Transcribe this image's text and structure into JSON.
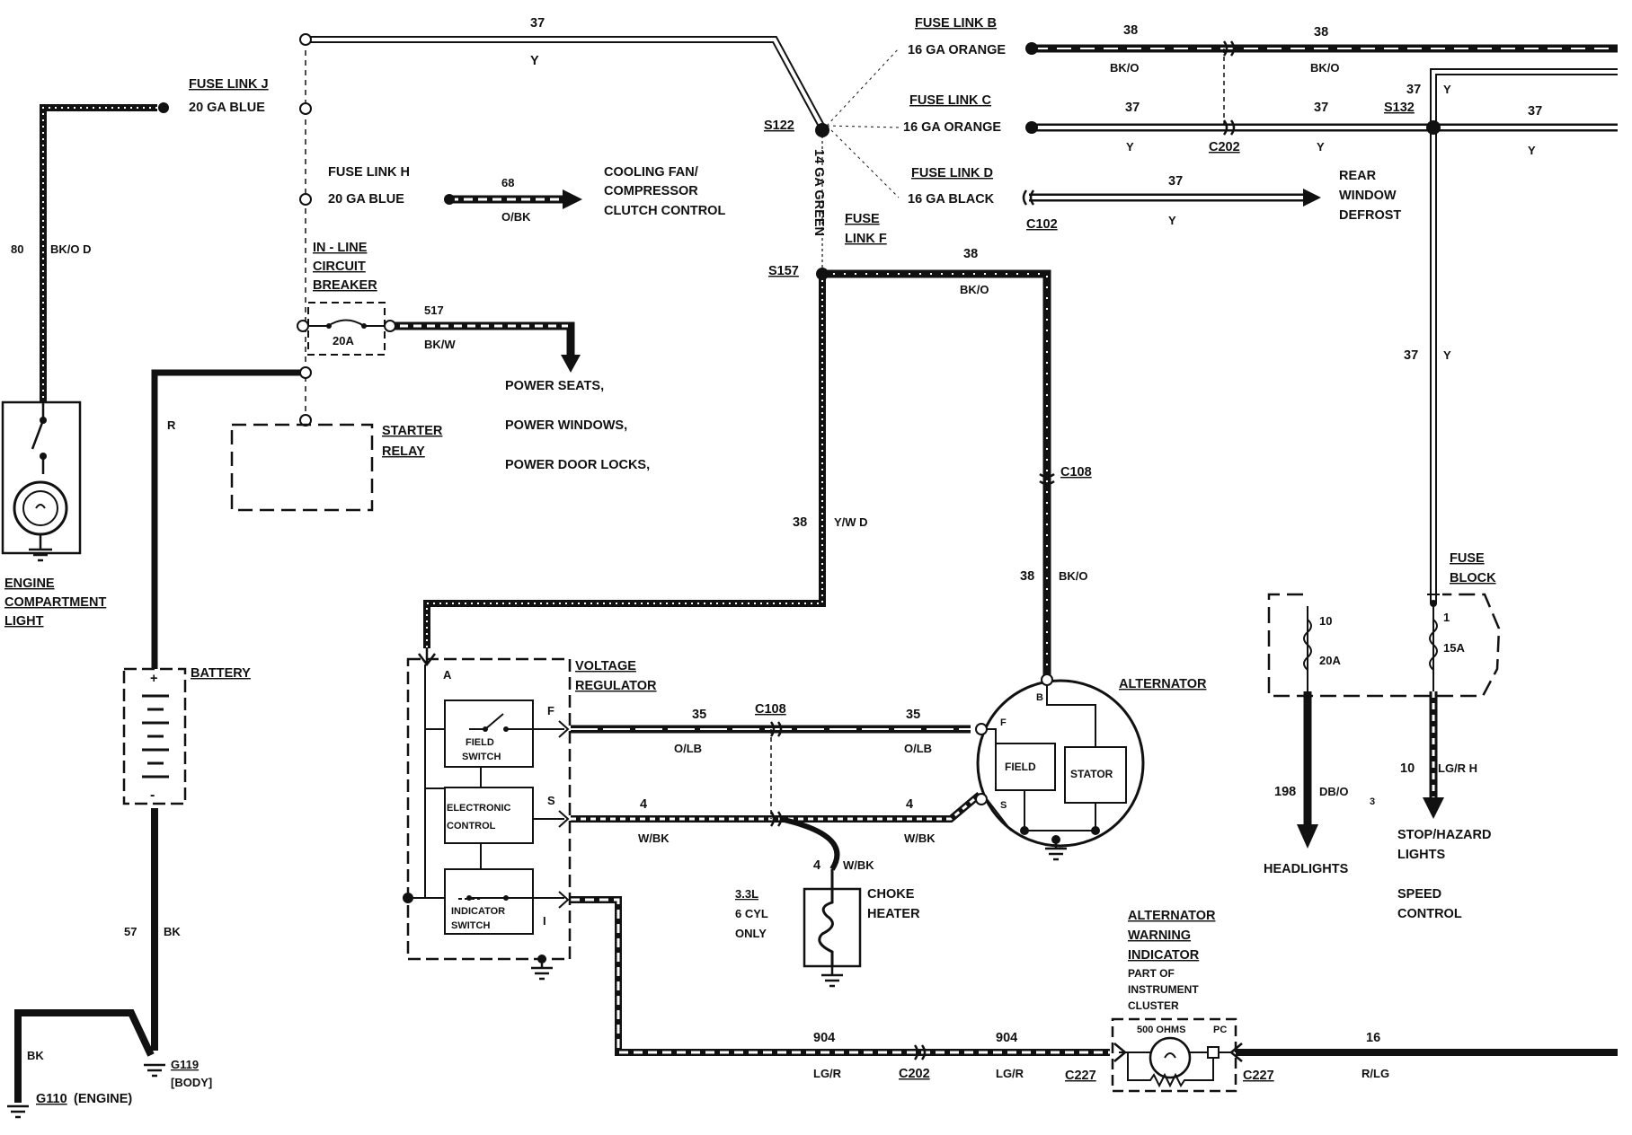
{
  "colors": {
    "ink": "#111111",
    "paper": "#ffffff"
  },
  "fuse_links": {
    "j": {
      "name": "FUSE LINK J",
      "gauge": "20 GA BLUE"
    },
    "h": {
      "name": "FUSE LINK H",
      "gauge": "20 GA BLUE"
    },
    "b": {
      "name": "FUSE LINK B",
      "gauge": "16 GA ORANGE"
    },
    "c": {
      "name": "FUSE LINK C",
      "gauge": "16 GA ORANGE"
    },
    "d": {
      "name": "FUSE LINK D",
      "gauge": "16 GA BLACK"
    },
    "f": {
      "name_line1": "FUSE",
      "name_line2": "LINK F",
      "gauge": "14 GA GREEN"
    }
  },
  "circuit_breaker": {
    "line1": "IN - LINE",
    "line2": "CIRCUIT",
    "line3": "BREAKER",
    "rating": "20A"
  },
  "starter_relay": {
    "line1": "STARTER",
    "line2": "RELAY"
  },
  "engine_light": {
    "line1": "ENGINE",
    "line2": "COMPARTMENT",
    "line3": "LIGHT"
  },
  "battery": {
    "label": "BATTERY",
    "plus": "+",
    "minus": "-"
  },
  "grounds": {
    "g119": "G119",
    "g119_note": "[BODY]",
    "g110": "G110",
    "g110_note": "(ENGINE)"
  },
  "splices": {
    "s122": "S122",
    "s157": "S157",
    "s132": "S132"
  },
  "connectors": {
    "c202_top": "C202",
    "c102": "C102",
    "c108_v": "C108",
    "c108_h": "C108",
    "c202_bottom": "C202",
    "c227_left": "C227",
    "c227_right": "C227"
  },
  "wires": {
    "w37_top": "37",
    "y_top": "Y",
    "w38_b1": "38",
    "bko_b1": "BK/O",
    "w38_b2": "38",
    "bko_b2": "BK/O",
    "w37_c1": "37",
    "y_c1": "Y",
    "w37_c2": "37",
    "y_c2": "Y",
    "w37_r": "37",
    "y_r": "Y",
    "w37_d": "37",
    "y_d": "Y",
    "w37_rt1": "37",
    "y_rt1": "Y",
    "w37_rt2": "37",
    "y_rt2": "Y",
    "w80": "80",
    "bko_d": "BK/O D",
    "w68": "68",
    "obk": "O/BK",
    "w517": "517",
    "bkw": "BK/W",
    "r": "R",
    "w38_s157": "38",
    "bko_s157": "BK/O",
    "w38_yw": "38",
    "ywd": "Y/W D",
    "w38_alt": "38",
    "bko_alt": "BK/O",
    "w57": "57",
    "bk57": "BK",
    "bk_g110": "BK",
    "w35_1": "35",
    "olb_1": "O/LB",
    "w35_2": "35",
    "olb_2": "O/LB",
    "w4_1": "4",
    "wbk_1": "W/BK",
    "w4_2": "4",
    "wbk_2": "W/BK",
    "w4_3": "4",
    "wbk_3": "W/BK",
    "w904_1": "904",
    "lgr_1": "LG/R",
    "w904_2": "904",
    "lgr_2": "LG/R",
    "w16": "16",
    "rlg": "R/LG",
    "w10": "10",
    "lgrh": "LG/R H",
    "w198": "198",
    "dbo": "DB/O",
    "n3": "3"
  },
  "loads": {
    "cooling_1": "COOLING FAN/",
    "cooling_2": "COMPRESSOR",
    "cooling_3": "CLUTCH CONTROL",
    "power_seats": "POWER SEATS,",
    "power_windows": "POWER WINDOWS,",
    "power_locks": "POWER DOOR LOCKS,",
    "rear_1": "REAR",
    "rear_2": "WINDOW",
    "rear_3": "DEFROST",
    "headlights": "HEADLIGHTS",
    "stop_1": "STOP/HAZARD",
    "stop_2": "LIGHTS",
    "speed_1": "SPEED",
    "speed_2": "CONTROL"
  },
  "voltage_regulator": {
    "title1": "VOLTAGE",
    "title2": "REGULATOR",
    "a": "A",
    "f": "F",
    "s": "S",
    "i": "I",
    "field_switch_1": "FIELD",
    "field_switch_2": "SWITCH",
    "electronic_1": "ELECTRONIC",
    "electronic_2": "CONTROL",
    "indicator_1": "INDICATOR",
    "indicator_2": "SWITCH"
  },
  "alternator": {
    "title": "ALTERNATOR",
    "b": "B",
    "f": "F",
    "s": "S",
    "field": "FIELD",
    "stator": "STATOR"
  },
  "choke": {
    "line1": "CHOKE",
    "line2": "HEATER",
    "note1": "3.3L",
    "note2": "6 CYL",
    "note3": "ONLY"
  },
  "fuse_block": {
    "line1": "FUSE",
    "line2": "BLOCK",
    "f10": "10",
    "f10_amp": "20A",
    "f1": "1",
    "f1_amp": "15A"
  },
  "warning": {
    "line1": "ALTERNATOR",
    "line2": "WARNING",
    "line3": "INDICATOR",
    "part1": "PART OF",
    "part2": "INSTRUMENT",
    "part3": "CLUSTER",
    "ohms": "500 OHMS",
    "pc": "PC"
  }
}
